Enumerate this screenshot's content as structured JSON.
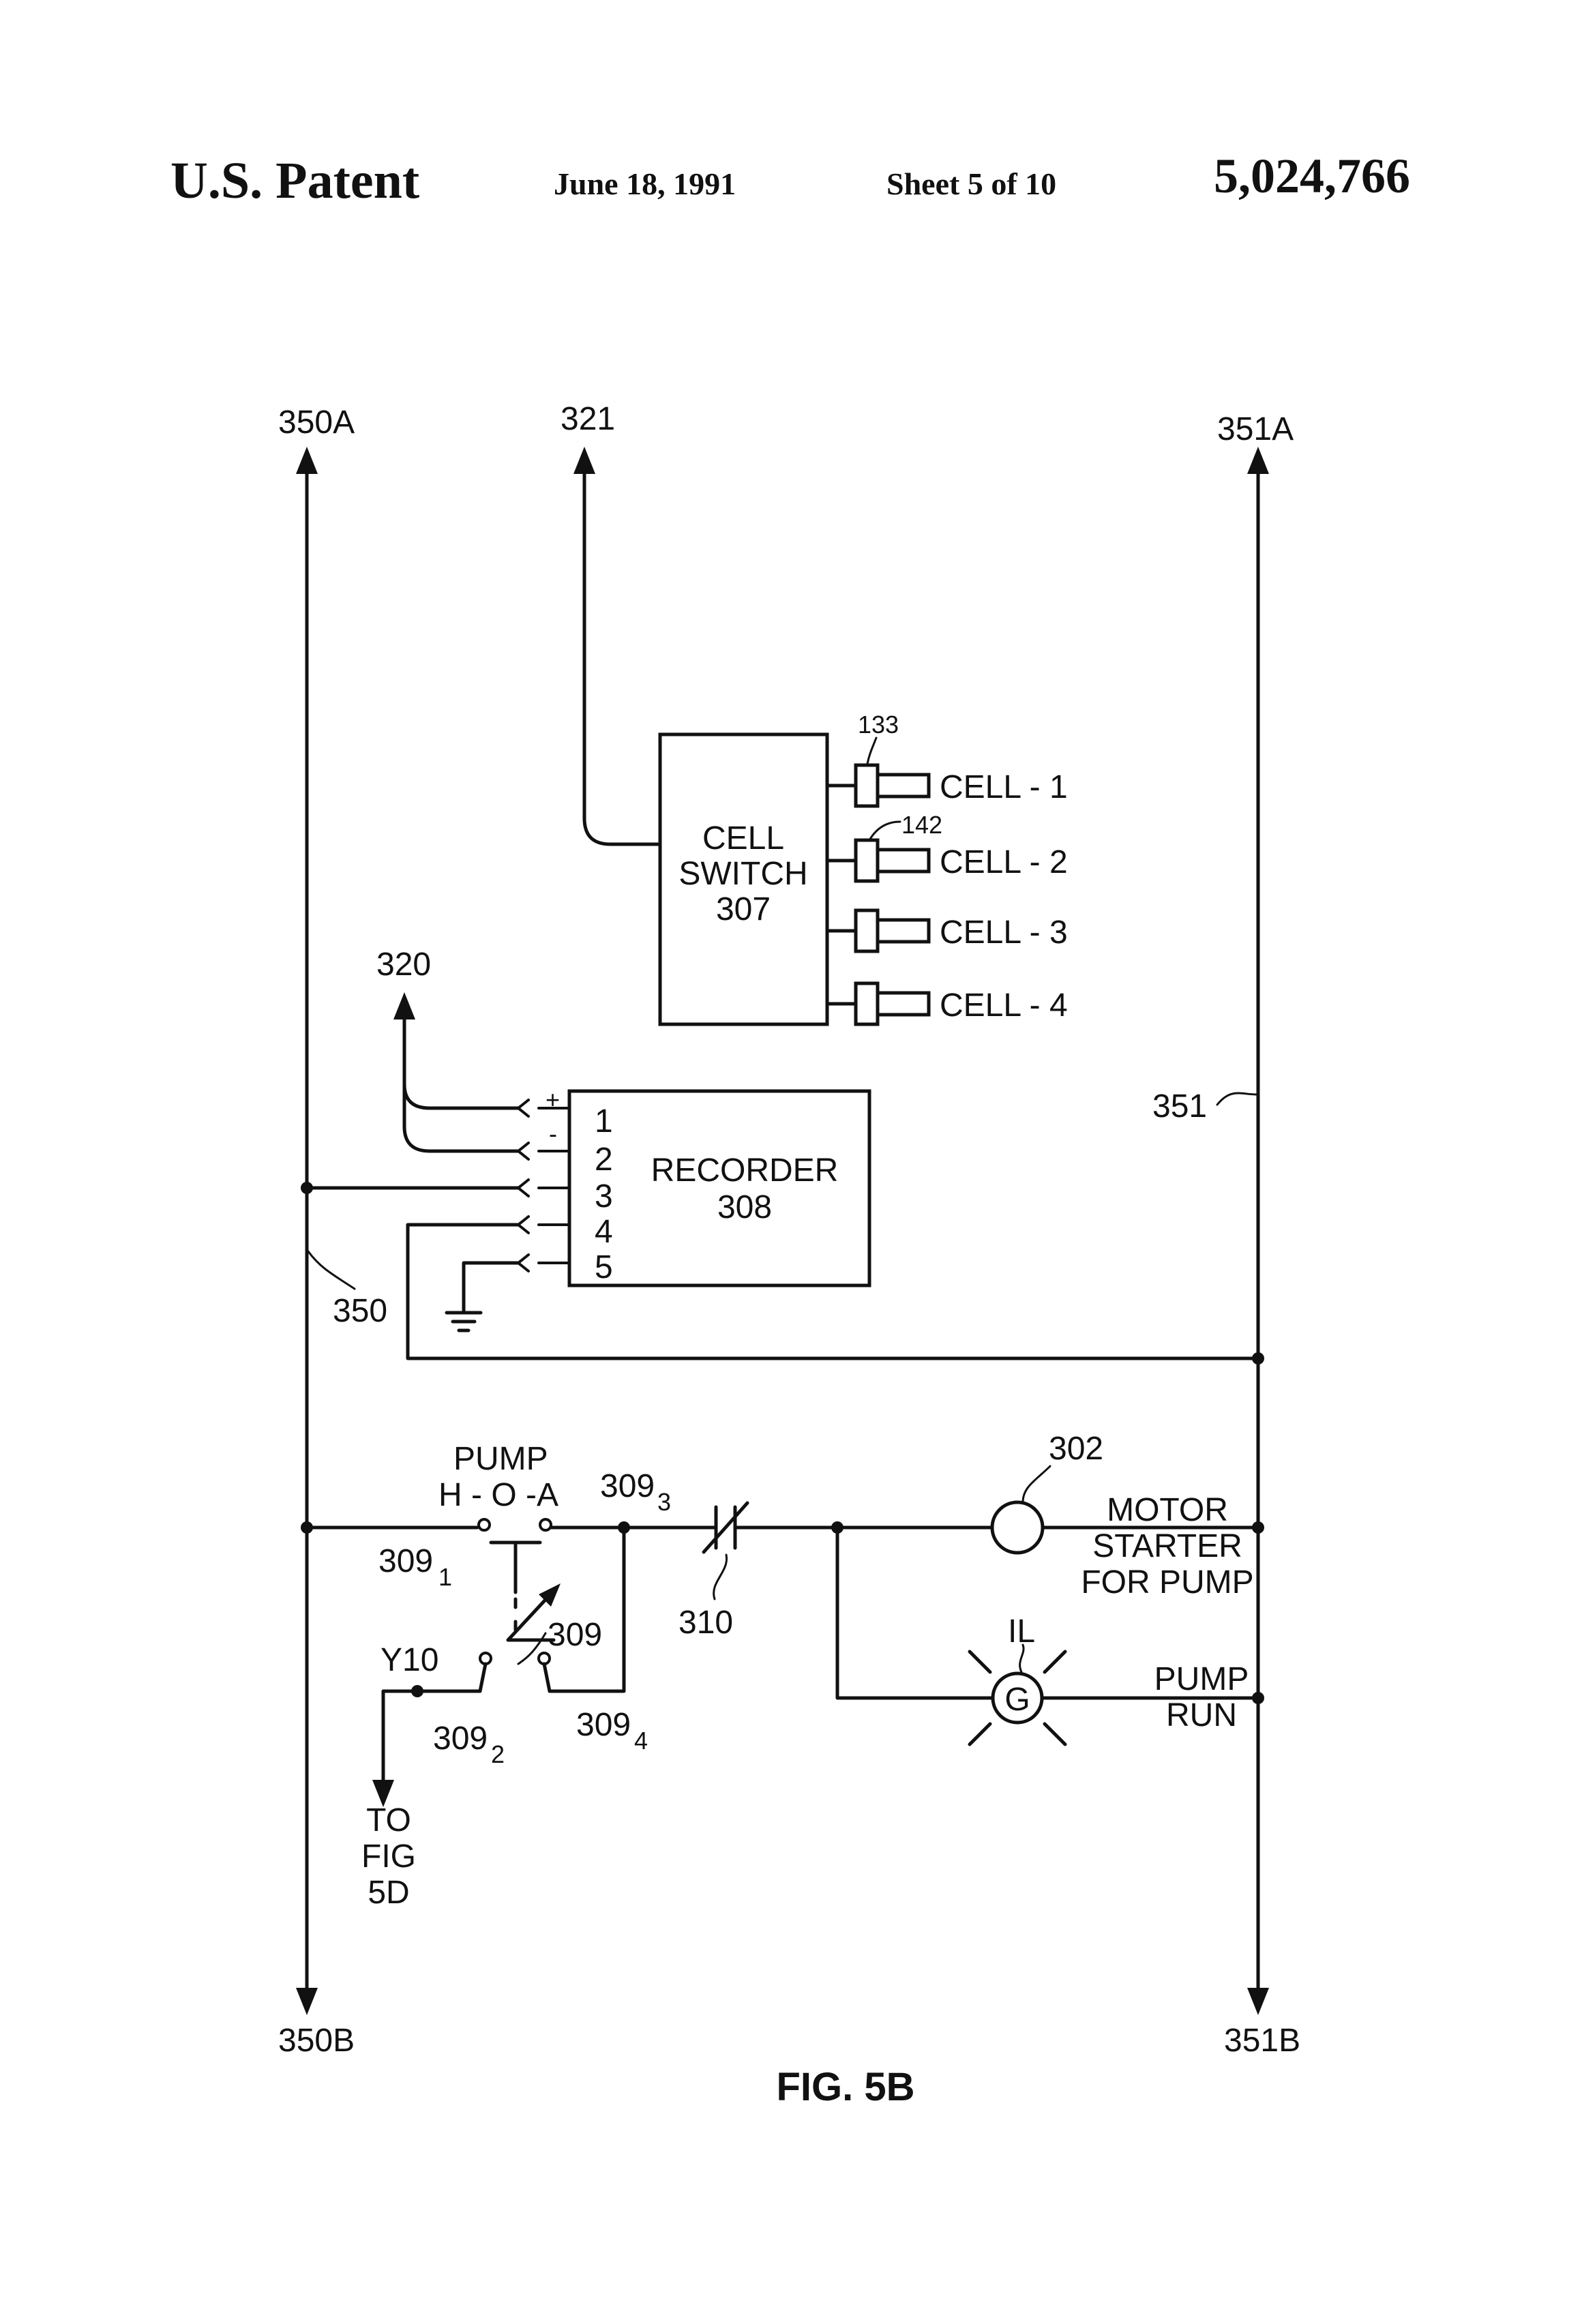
{
  "header": {
    "left": "U.S. Patent",
    "date": "June 18, 1991",
    "sheet": "Sheet 5 of 10",
    "number": "5,024,766"
  },
  "figure": {
    "caption": "FIG. 5B",
    "bus_labels": {
      "b350a": "350A",
      "b350b": "350B",
      "b351a": "351A",
      "b351b": "351B",
      "b350": "350",
      "b351": "351",
      "b321": "321",
      "b320": "320"
    },
    "cell_switch": {
      "line1": "CELL",
      "line2": "SWITCH",
      "ref": "307"
    },
    "cells": [
      "CELL - 1",
      "CELL - 2",
      "CELL - 3",
      "CELL - 4"
    ],
    "cell_refs": {
      "r133": "133",
      "r142": "142"
    },
    "recorder": {
      "line1": "RECORDER",
      "ref": "308",
      "pins": [
        "1",
        "2",
        "3",
        "4",
        "5"
      ],
      "plus": "+",
      "minus": "-"
    },
    "pump_switch": {
      "line1": "PUMP",
      "line2": "H - O -A",
      "ref": "309",
      "c1": "309",
      "c1_sub": "1",
      "c2": "309",
      "c2_sub": "2",
      "c3": "309",
      "c3_sub": "3",
      "c4": "309",
      "c4_sub": "4"
    },
    "y10": "Y10",
    "to_fig": [
      "TO",
      "FIG",
      "5D"
    ],
    "contact_ref": "310",
    "motor": {
      "ref": "302",
      "line1": "MOTOR",
      "line2": "STARTER",
      "line3": "FOR PUMP"
    },
    "lamp": {
      "ref": "IL",
      "letter": "G",
      "line1": "PUMP",
      "line2": "RUN"
    }
  }
}
